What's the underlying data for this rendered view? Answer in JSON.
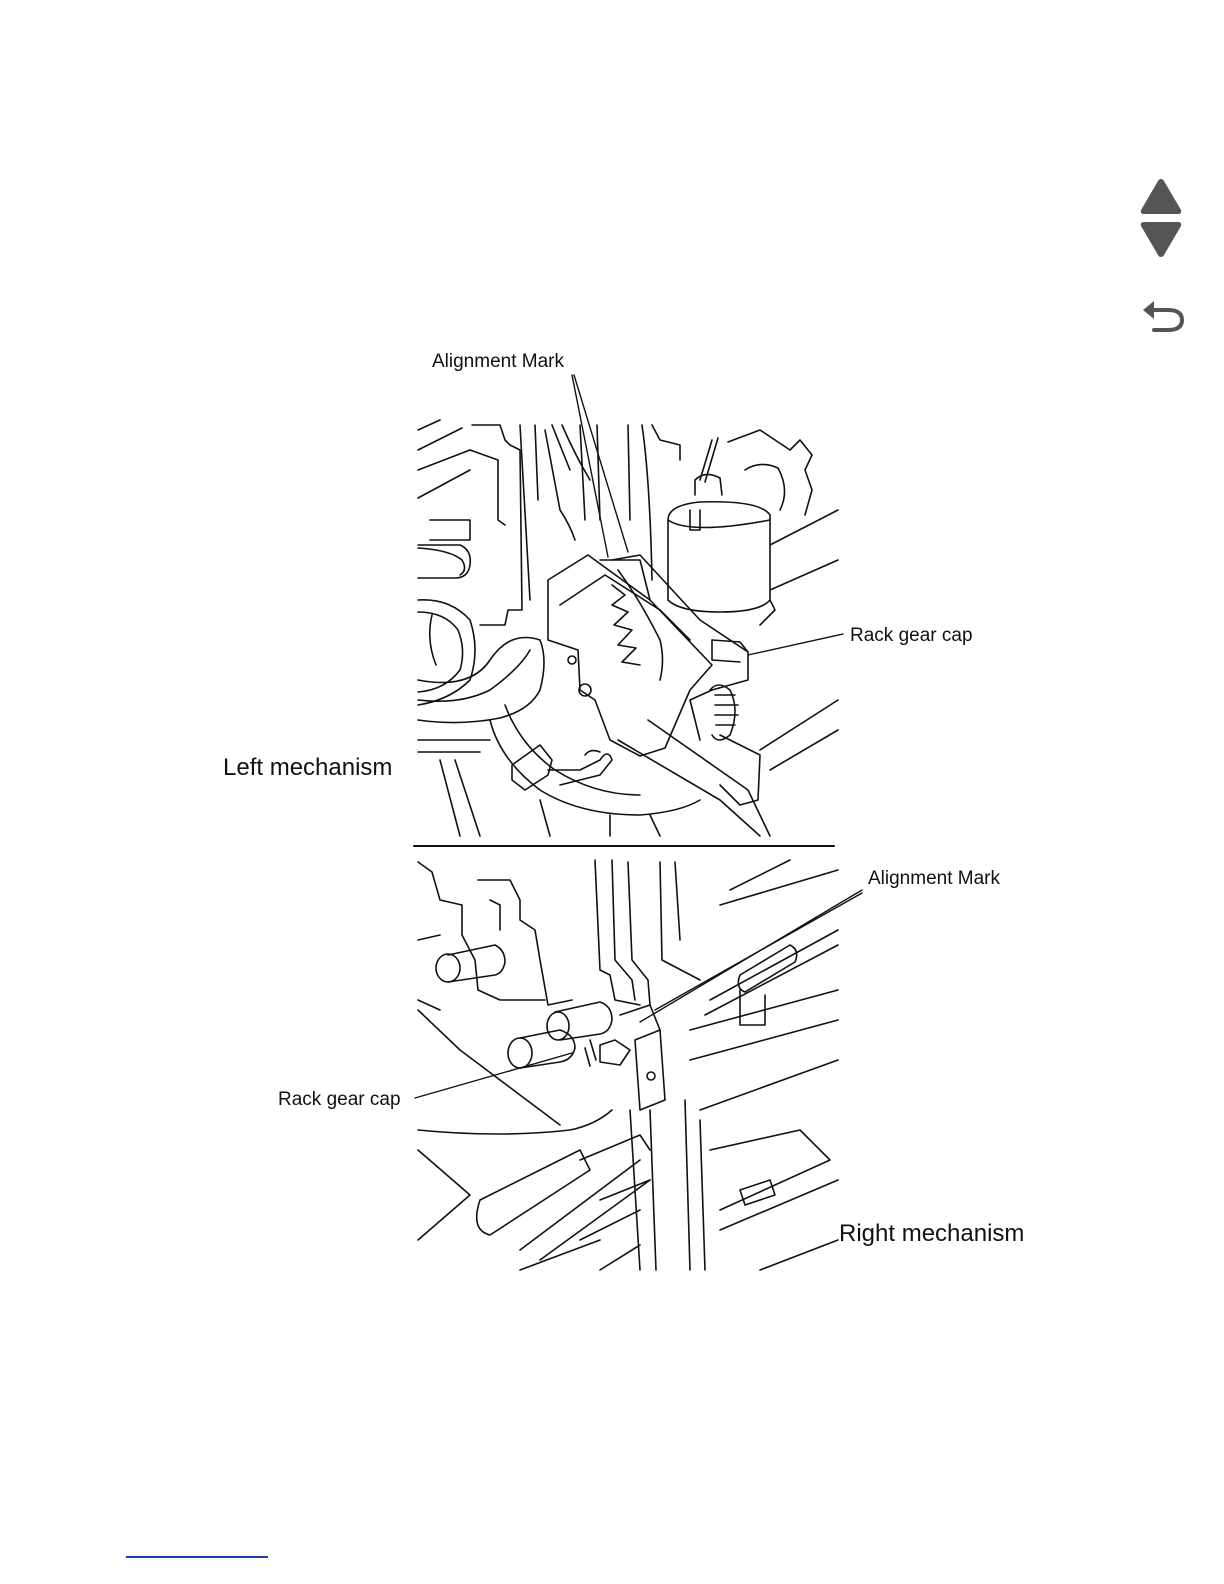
{
  "navigation": {
    "up_icon": "triangle-up-icon",
    "down_icon": "triangle-down-icon",
    "back_icon": "return-arrow-icon",
    "icon_color": "#555555"
  },
  "figure": {
    "labels": {
      "alignment_mark_top": "Alignment Mark",
      "rack_gear_cap_top": "Rack gear cap",
      "left_mechanism": "Left mechanism",
      "alignment_mark_bottom": "Alignment Mark",
      "rack_gear_cap_bottom": "Rack gear cap",
      "right_mechanism": "Right mechanism"
    }
  },
  "footer": {
    "link_color": "#1f3fa8"
  }
}
